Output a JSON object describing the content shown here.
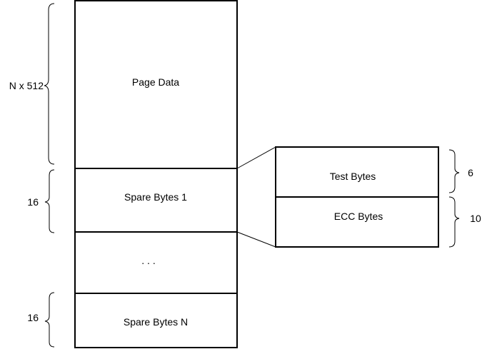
{
  "memory_layout": {
    "page_data_label": "Page Data",
    "spare_bytes_1_label": "Spare Bytes 1",
    "ellipsis_label": ". . .",
    "spare_bytes_n_label": "Spare Bytes N"
  },
  "spare_detail": {
    "test_bytes_label": "Test Bytes",
    "ecc_bytes_label": "ECC Bytes"
  },
  "size_annotations": {
    "page_data_size": "N x 512",
    "spare_1_size": "16",
    "spare_n_size": "16",
    "test_bytes_size": "6",
    "ecc_bytes_size": "10"
  }
}
